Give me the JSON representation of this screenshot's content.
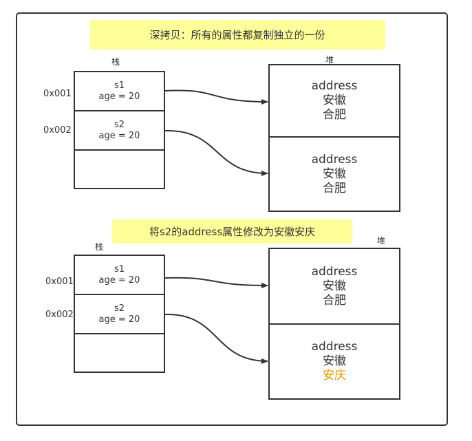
{
  "top": {
    "note": "深拷贝：所有的属性都复制独立的一份",
    "stack_label": "栈",
    "heap_label": "堆",
    "stack": [
      {
        "address": "0x001",
        "name": "s1",
        "age": "age = 20"
      },
      {
        "address": "0x002",
        "name": "s2",
        "age": "age = 20"
      }
    ],
    "heap": [
      {
        "field": "address",
        "line1": "安徽",
        "line2": "合肥"
      },
      {
        "field": "address",
        "line1": "安徽",
        "line2": "合肥"
      }
    ]
  },
  "bottom": {
    "note": "将s2的address属性修改为安徽安庆",
    "stack_label": "栈",
    "heap_label": "堆",
    "stack": [
      {
        "address": "0x001",
        "name": "s1",
        "age": "age = 20"
      },
      {
        "address": "0x002",
        "name": "s2",
        "age": "age = 20"
      }
    ],
    "heap": [
      {
        "field": "address",
        "line1": "安徽",
        "line2": "合肥"
      },
      {
        "field": "address",
        "line1": "安徽",
        "line2": "安庆"
      }
    ]
  },
  "colors": {
    "note_fill": "#ffff99",
    "stroke": "#333333",
    "highlight": "#e69500"
  }
}
